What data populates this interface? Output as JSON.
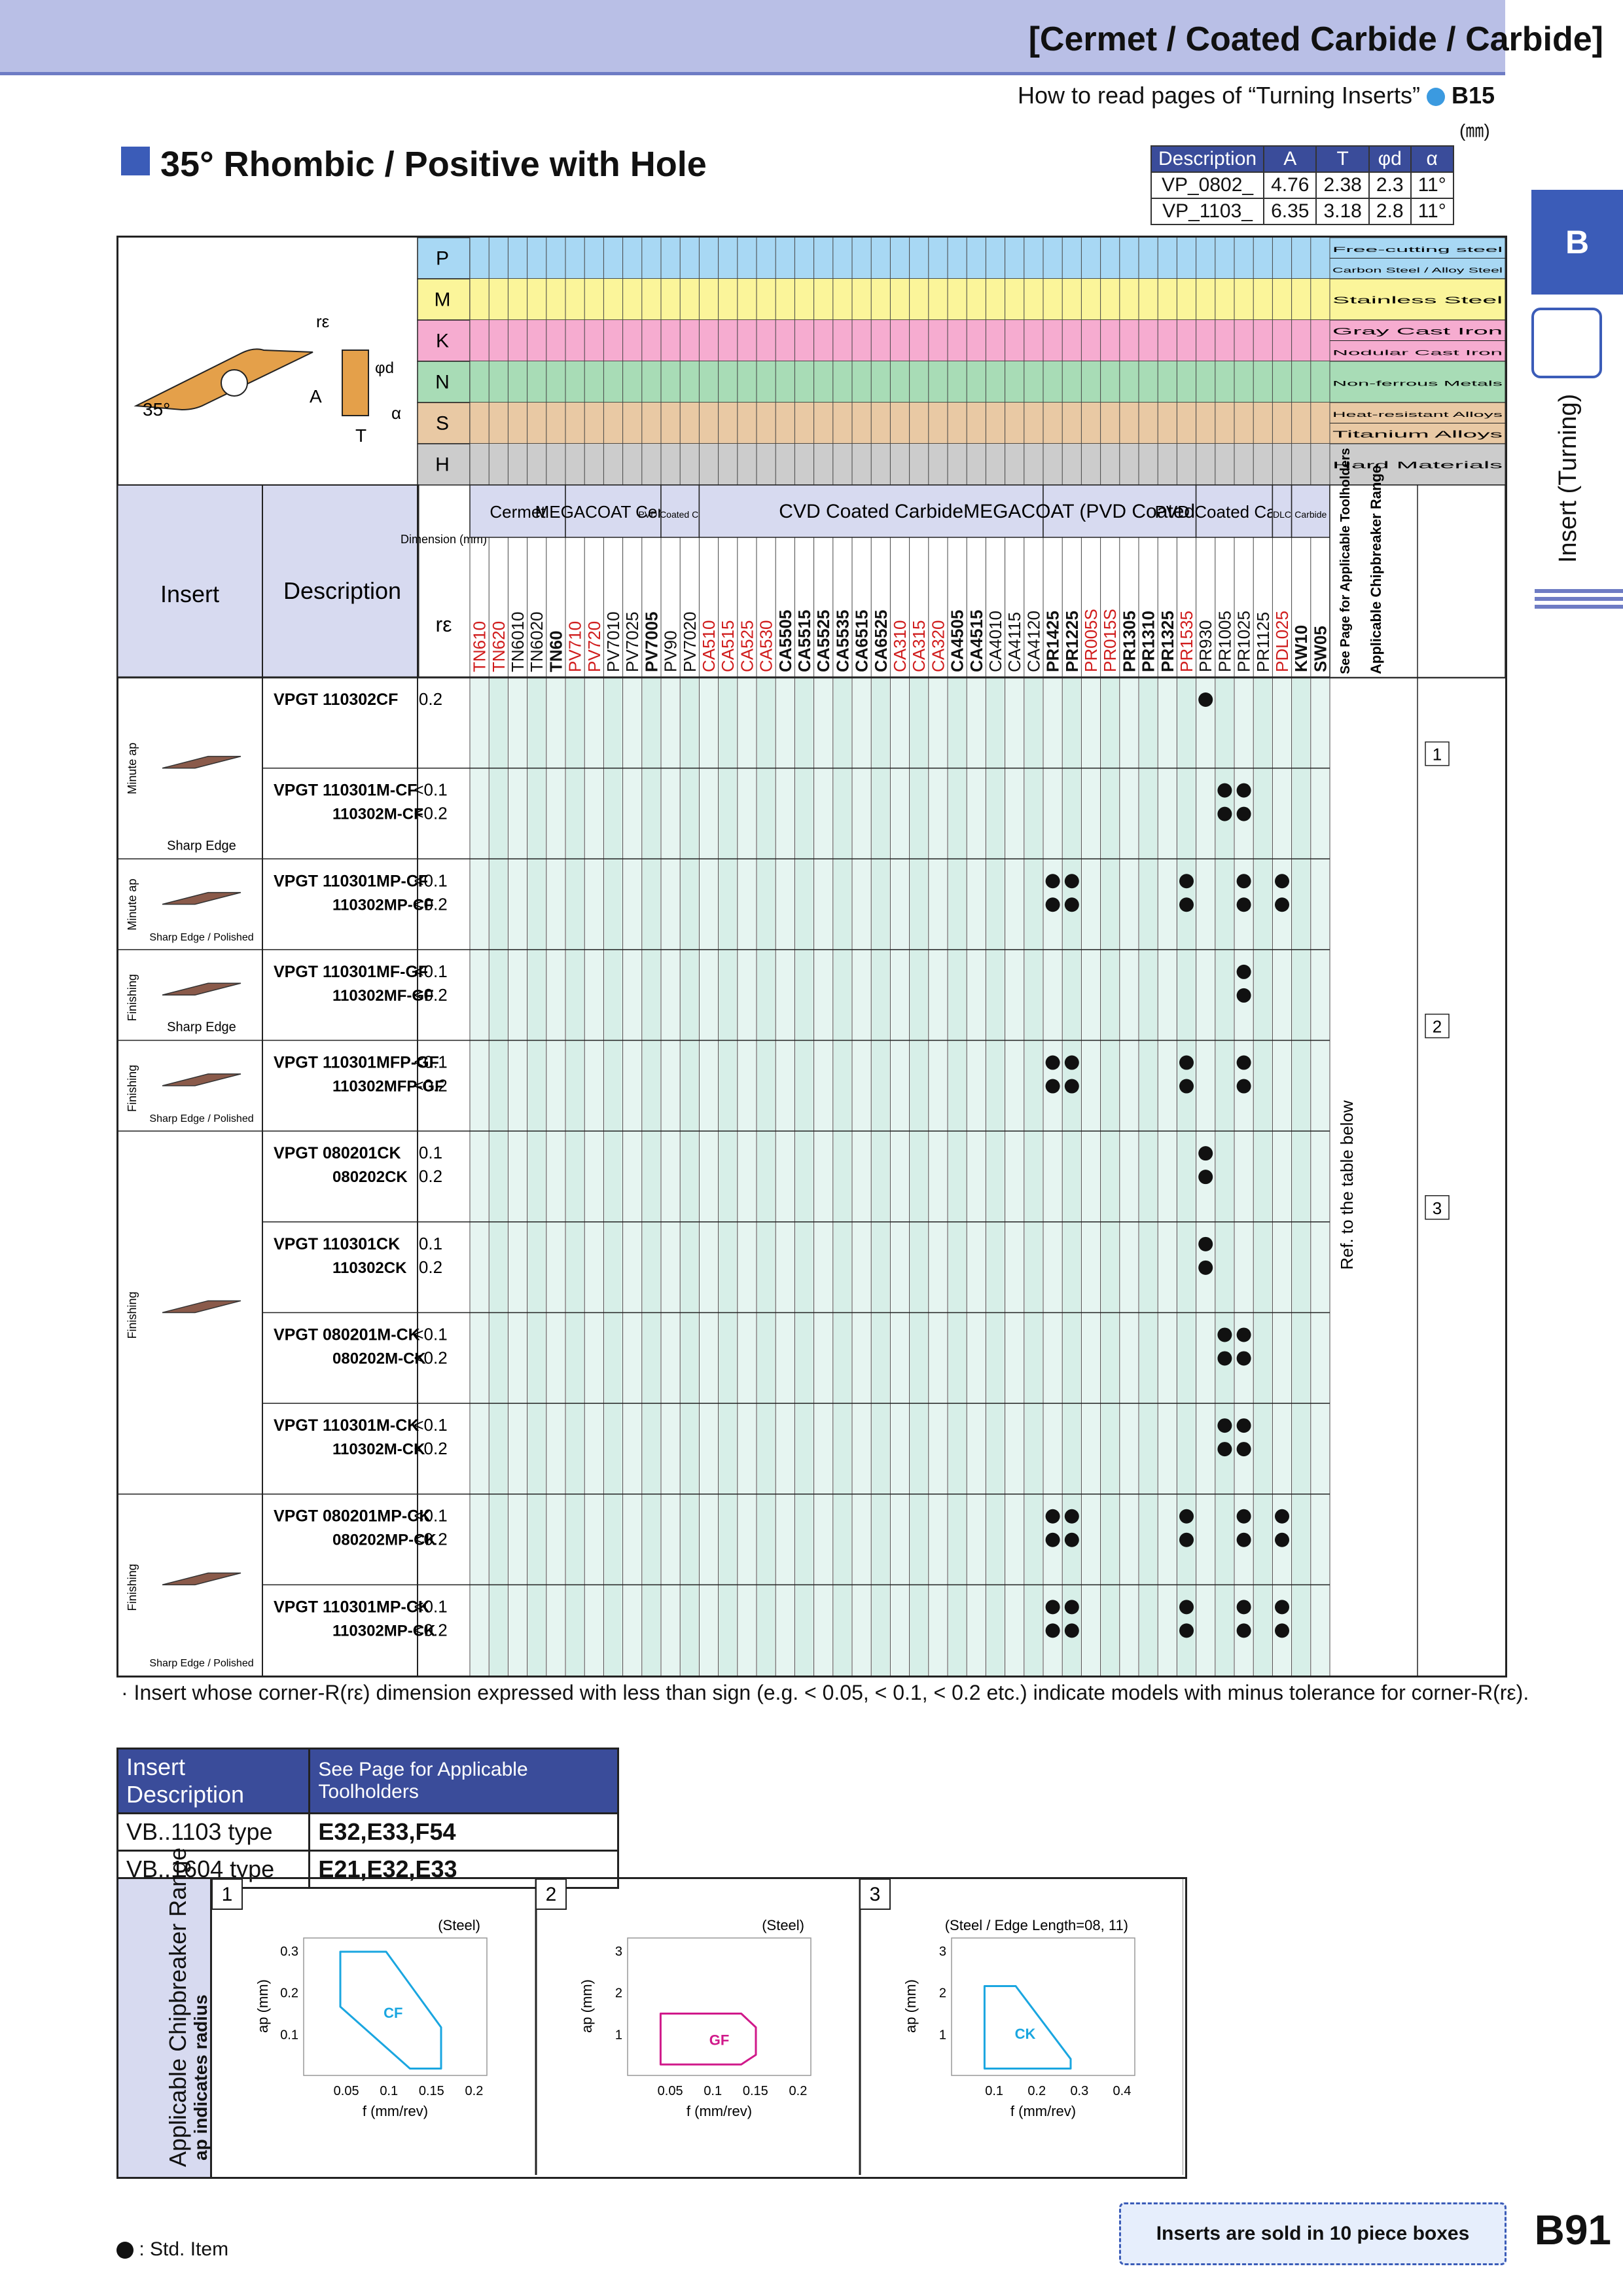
{
  "header": {
    "title": "[Cermet / Coated Carbide / Carbide]",
    "howto": "How to read pages of “Turning Inserts”",
    "howto_ref": "B15",
    "unit": "(㎜)"
  },
  "side": {
    "tab": "B",
    "label": "Insert (Turning)"
  },
  "page_title": "35° Rhombic / Positive with Hole",
  "dims": {
    "headers": [
      "Description",
      "A",
      "T",
      "φd",
      "α"
    ],
    "rows": [
      [
        "VP_0802_",
        "4.76",
        "2.38",
        "2.3",
        "11°"
      ],
      [
        "VP_1103_",
        "6.35",
        "3.18",
        "2.8",
        "11°"
      ]
    ]
  },
  "diagram": {
    "angle": "35°",
    "A": "A",
    "T": "T",
    "re": "rε",
    "d": "φd",
    "alpha": "α"
  },
  "materials": [
    {
      "code": "P",
      "color": "#a8d8f4",
      "labels": [
        "Free-cutting steel",
        "Carbon Steel / Alloy Steel"
      ]
    },
    {
      "code": "M",
      "color": "#fbf59a",
      "labels": [
        "Stainless Steel"
      ]
    },
    {
      "code": "K",
      "color": "#f6acd0",
      "labels": [
        "Gray Cast Iron",
        "Nodular Cast Iron"
      ]
    },
    {
      "code": "N",
      "color": "#a8dcb6",
      "labels": [
        "Non-ferrous Metals"
      ]
    },
    {
      "code": "S",
      "color": "#e9c9a4",
      "labels": [
        "Heat-resistant Alloys",
        "Titanium Alloys"
      ]
    },
    {
      "code": "H",
      "color": "#cccccc",
      "labels": [
        "Hard Materials"
      ]
    }
  ],
  "table_head": {
    "insert": "Insert",
    "description": "Description",
    "dimension": "Dimension (mm)",
    "re": "rε",
    "groups": [
      "Cermet",
      "MEGACOAT Cermet",
      "PVD Coated Cermet",
      "CVD Coated Carbide",
      "MEGACOAT (PVD Coated Carbide)",
      "PVD Coated Carbide",
      "DLC",
      "Carbide"
    ],
    "toolholders": "See Page for Applicable Toolholders",
    "chipbreaker": "Applicable Chipbreaker Range",
    "ref_note": "Ref. to the table below"
  },
  "grades": [
    {
      "n": "TN610",
      "c": "#d01c1c"
    },
    {
      "n": "TN620",
      "c": "#d01c1c"
    },
    {
      "n": "TN6010",
      "c": "#111"
    },
    {
      "n": "TN6020",
      "c": "#111"
    },
    {
      "n": "TN60",
      "c": "#111",
      "b": true
    },
    {
      "n": "PV710",
      "c": "#d01c1c"
    },
    {
      "n": "PV720",
      "c": "#d01c1c"
    },
    {
      "n": "PV7010",
      "c": "#111"
    },
    {
      "n": "PV7025",
      "c": "#111"
    },
    {
      "n": "PV7005",
      "c": "#111",
      "b": true
    },
    {
      "n": "PV90",
      "c": "#111"
    },
    {
      "n": "PV7020",
      "c": "#111"
    },
    {
      "n": "CA510",
      "c": "#d01c1c"
    },
    {
      "n": "CA515",
      "c": "#d01c1c"
    },
    {
      "n": "CA525",
      "c": "#d01c1c"
    },
    {
      "n": "CA530",
      "c": "#d01c1c"
    },
    {
      "n": "CA5505",
      "c": "#111",
      "b": true
    },
    {
      "n": "CA5515",
      "c": "#111",
      "b": true
    },
    {
      "n": "CA5525",
      "c": "#111",
      "b": true
    },
    {
      "n": "CA5535",
      "c": "#111",
      "b": true
    },
    {
      "n": "CA6515",
      "c": "#111",
      "b": true
    },
    {
      "n": "CA6525",
      "c": "#111",
      "b": true
    },
    {
      "n": "CA310",
      "c": "#d01c1c"
    },
    {
      "n": "CA315",
      "c": "#d01c1c"
    },
    {
      "n": "CA320",
      "c": "#d01c1c"
    },
    {
      "n": "CA4505",
      "c": "#111",
      "b": true
    },
    {
      "n": "CA4515",
      "c": "#111",
      "b": true
    },
    {
      "n": "CA4010",
      "c": "#111"
    },
    {
      "n": "CA4115",
      "c": "#111"
    },
    {
      "n": "CA4120",
      "c": "#111"
    },
    {
      "n": "PR1425",
      "c": "#111",
      "b": true
    },
    {
      "n": "PR1225",
      "c": "#111",
      "b": true
    },
    {
      "n": "PR005S",
      "c": "#d01c1c"
    },
    {
      "n": "PR015S",
      "c": "#d01c1c"
    },
    {
      "n": "PR1305",
      "c": "#111",
      "b": true
    },
    {
      "n": "PR1310",
      "c": "#111",
      "b": true
    },
    {
      "n": "PR1325",
      "c": "#111",
      "b": true
    },
    {
      "n": "PR1535",
      "c": "#d01c1c"
    },
    {
      "n": "PR930",
      "c": "#111"
    },
    {
      "n": "PR1005",
      "c": "#111"
    },
    {
      "n": "PR1025",
      "c": "#111"
    },
    {
      "n": "PR1125",
      "c": "#111"
    },
    {
      "n": "PDL025",
      "c": "#d01c1c"
    },
    {
      "n": "KW10",
      "c": "#111",
      "b": true
    },
    {
      "n": "SW05",
      "c": "#111",
      "b": true
    }
  ],
  "products": [
    {
      "category": "Minute ap",
      "edge": "Sharp Edge",
      "lines": [
        [
          "VPGT 110302CF",
          "0.2"
        ]
      ],
      "dots": [
        [
          38
        ]
      ],
      "cb": "1"
    },
    {
      "category": "",
      "edge": "",
      "lines": [
        [
          "VPGT 110301M-CF",
          "<0.1"
        ],
        [
          "110302M-CF",
          "<0.2"
        ]
      ],
      "dots": [
        [
          39,
          40
        ],
        [
          39,
          40
        ]
      ],
      "cb": ""
    },
    {
      "category": "Minute ap",
      "edge": "Sharp Edge / Polished",
      "lines": [
        [
          "VPGT 110301MP-CF",
          "<0.1"
        ],
        [
          "110302MP-CF",
          "<0.2"
        ]
      ],
      "dots": [
        [
          30,
          31,
          37,
          40,
          42
        ],
        [
          30,
          31,
          37,
          40,
          42
        ]
      ],
      "cb": ""
    },
    {
      "category": "Finishing",
      "edge": "Sharp Edge",
      "lines": [
        [
          "VPGT 110301MF-GF",
          "<0.1"
        ],
        [
          "110302MF-GF",
          "<0.2"
        ]
      ],
      "dots": [
        [
          40
        ],
        [
          40
        ]
      ],
      "cb": "2"
    },
    {
      "category": "Finishing",
      "edge": "Sharp Edge / Polished",
      "lines": [
        [
          "VPGT 110301MFP-GF",
          "<0.1"
        ],
        [
          "110302MFP-GF",
          "<0.2"
        ]
      ],
      "dots": [
        [
          30,
          31,
          37,
          40
        ],
        [
          30,
          31,
          37,
          40
        ]
      ],
      "cb": ""
    },
    {
      "category": "Finishing",
      "edge": "",
      "lines": [
        [
          "VPGT 080201CK",
          "0.1"
        ],
        [
          "080202CK",
          "0.2"
        ]
      ],
      "dots": [
        [
          38
        ],
        [
          38
        ]
      ],
      "cb": "3"
    },
    {
      "category": "",
      "edge": "",
      "lines": [
        [
          "VPGT 110301CK",
          "0.1"
        ],
        [
          "110302CK",
          "0.2"
        ]
      ],
      "dots": [
        [
          38
        ],
        [
          38
        ]
      ],
      "cb": ""
    },
    {
      "category": "",
      "edge": "",
      "lines": [
        [
          "VPGT 080201M-CK",
          "<0.1"
        ],
        [
          "080202M-CK",
          "<0.2"
        ]
      ],
      "dots": [
        [
          39,
          40
        ],
        [
          39,
          40
        ]
      ],
      "cb": ""
    },
    {
      "category": "",
      "edge": "",
      "lines": [
        [
          "VPGT 110301M-CK",
          "<0.1"
        ],
        [
          "110302M-CK",
          "<0.2"
        ]
      ],
      "dots": [
        [
          39,
          40
        ],
        [
          39,
          40
        ]
      ],
      "cb": ""
    },
    {
      "category": "Finishing",
      "edge": "Sharp Edge / Polished",
      "lines": [
        [
          "VPGT 080201MP-CK",
          "<0.1"
        ],
        [
          "080202MP-CK",
          "<0.2"
        ]
      ],
      "dots": [
        [
          30,
          31,
          37,
          40,
          42
        ],
        [
          30,
          31,
          37,
          40,
          42
        ]
      ],
      "cb": ""
    },
    {
      "category": "",
      "edge": "",
      "lines": [
        [
          "VPGT 110301MP-CK",
          "<0.1"
        ],
        [
          "110302MP-CK",
          "<0.2"
        ]
      ],
      "dots": [
        [
          30,
          31,
          37,
          40,
          42
        ],
        [
          30,
          31,
          37,
          40,
          42
        ]
      ],
      "cb": ""
    }
  ],
  "footnote": "· Insert whose corner-R(rε) dimension expressed with less than sign (e.g. < 0.05, < 0.1, < 0.2 etc.) indicate models with minus tolerance for corner-R(rε).",
  "toolholders": {
    "headers": [
      "Insert Description",
      "See Page for Applicable Toolholders"
    ],
    "rows": [
      [
        "VB..1103 type",
        "E32,E33,F54"
      ],
      [
        "VB..1604 type",
        "E21,E32,E33"
      ]
    ]
  },
  "chipbreaker": {
    "title": "Applicable Chipbreaker Range",
    "subtitle": "ap indicates radius",
    "panels": [
      {
        "num": "1",
        "material": "(Steel)",
        "name": "CF",
        "color": "#1aa6e0",
        "yticks": [
          "0.1",
          "0.2",
          "0.3"
        ],
        "xticks": [
          "0.05",
          "0.1",
          "0.15",
          "0.2"
        ],
        "ylabel": "ap (mm)",
        "xlabel": "f (mm/rev)"
      },
      {
        "num": "2",
        "material": "(Steel)",
        "name": "GF",
        "color": "#d0198a",
        "yticks": [
          "1",
          "2",
          "3"
        ],
        "xticks": [
          "0.05",
          "0.1",
          "0.15",
          "0.2"
        ],
        "ylabel": "ap (mm)",
        "xlabel": "f (mm/rev)"
      },
      {
        "num": "3",
        "material": "(Steel / Edge Length=08, 11)",
        "name": "CK",
        "color": "#1aa6e0",
        "yticks": [
          "1",
          "2",
          "3"
        ],
        "xticks": [
          "0.1",
          "0.2",
          "0.3",
          "0.4"
        ],
        "ylabel": "ap (mm)",
        "xlabel": "f (mm/rev)"
      }
    ]
  },
  "sold": "Inserts are sold in 10 piece boxes",
  "std_item": ": Std. Item",
  "page_number": "B91"
}
